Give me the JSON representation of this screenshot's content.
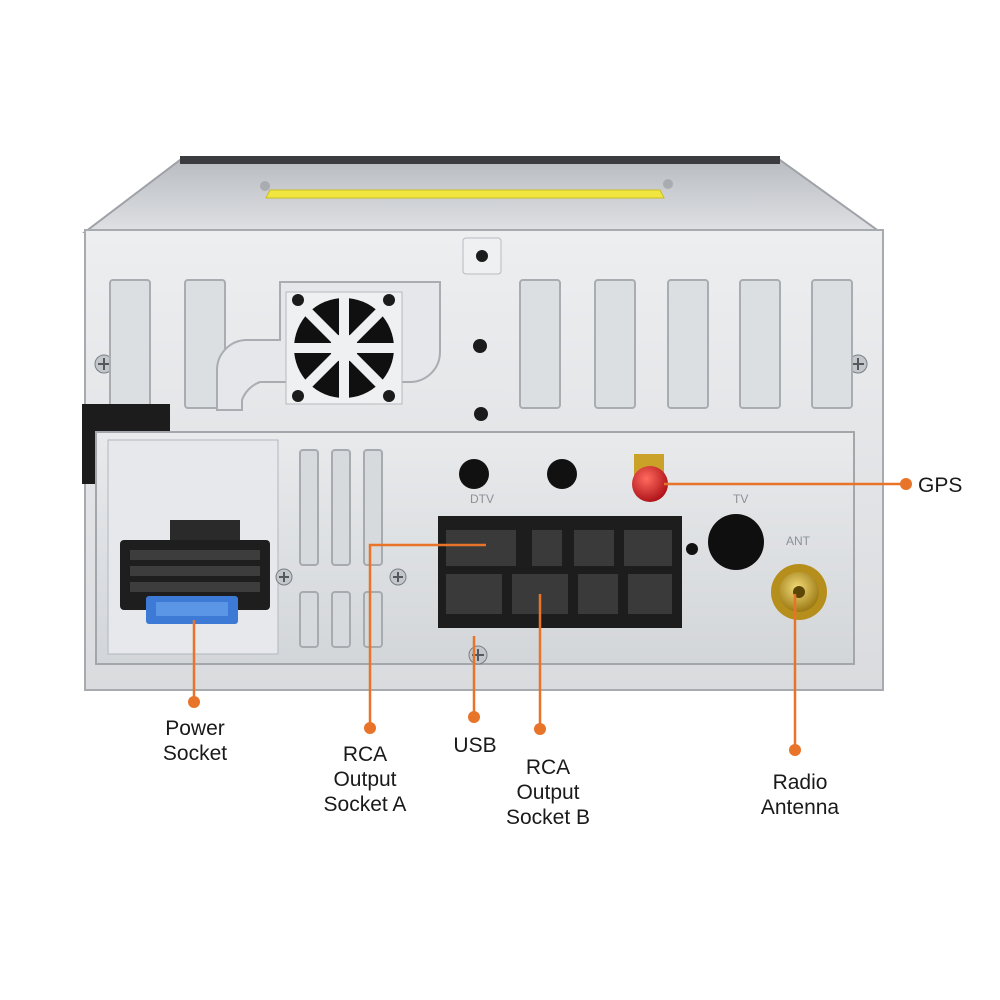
{
  "device": {
    "panel_markings": {
      "dtv": "DTV",
      "tv": "TV",
      "ant": "ANT"
    }
  },
  "callouts": {
    "gps": {
      "lines": [
        "GPS"
      ]
    },
    "power_socket": {
      "lines": [
        "Power",
        "Socket"
      ]
    },
    "rca_output_socket_a": {
      "lines": [
        "RCA",
        "Output",
        "Socket A"
      ]
    },
    "usb": {
      "lines": [
        "USB"
      ]
    },
    "rca_output_socket_b": {
      "lines": [
        "RCA",
        "Output",
        "Socket B"
      ]
    },
    "radio_antenna": {
      "lines": [
        "Radio",
        "Antenna"
      ]
    }
  },
  "colors": {
    "callout": "#e8742a",
    "chassis": "#e3e5e8",
    "chassis_top": "#cfd2d6",
    "connector": "#1e1e1e",
    "fuse": "#3c7ad6",
    "gps_antenna": "#d8262a",
    "antenna_gold": "#c9a227",
    "label_strip": "#f1e640"
  }
}
